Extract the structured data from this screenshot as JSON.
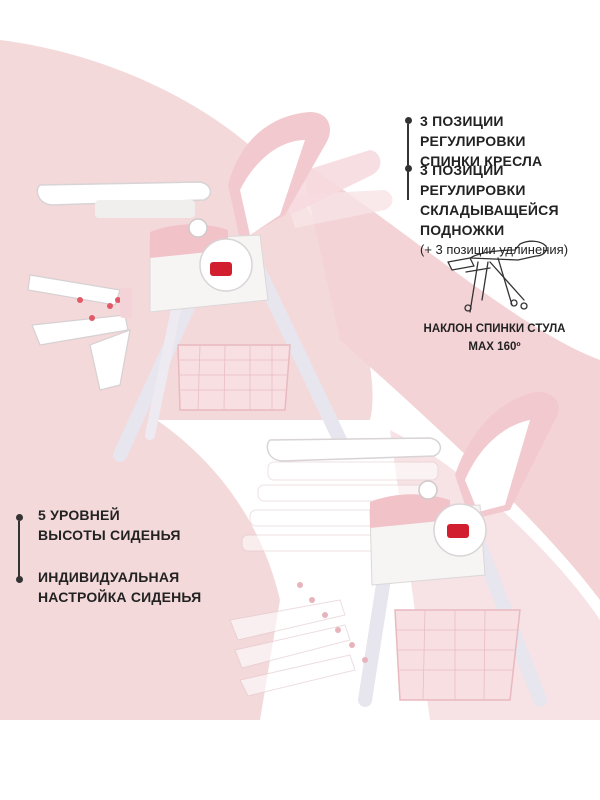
{
  "colors": {
    "accent_pink": "#f3d3d5",
    "strong_pink": "#e8aab2",
    "red_lock": "#d21f2f",
    "frame_white": "#f6f4f4",
    "text": "#222222"
  },
  "features_top": {
    "backrest": {
      "line1": "3 ПОЗИЦИИ РЕГУЛИРОВКИ",
      "line2": "СПИНКИ КРЕСЛА"
    },
    "footrest": {
      "line1": "3 ПОЗИЦИИ РЕГУЛИРОВКИ",
      "line2": "СКЛАДЫВАЩЕЙСЯ ПОДНОЖКИ",
      "line3": "(+ 3 позиции удлинения)"
    }
  },
  "tilt_info": {
    "icon": "chair-outline-icon",
    "line1": "НАКЛОН СПИНКИ СТУЛА",
    "line2": "MAX 160º"
  },
  "features_bottom": {
    "height": {
      "line1": "5 УРОВНЕЙ",
      "line2": "ВЫСОТЫ СИДЕНЬЯ"
    },
    "custom": {
      "line1": "ИНДИВИДУАЛЬНАЯ",
      "line2": "НАСТРОЙКА СИДЕНЬЯ"
    }
  },
  "images": {
    "top_chair": "highchair-reclined-image",
    "bottom_chair": "highchair-height-levels-image"
  }
}
